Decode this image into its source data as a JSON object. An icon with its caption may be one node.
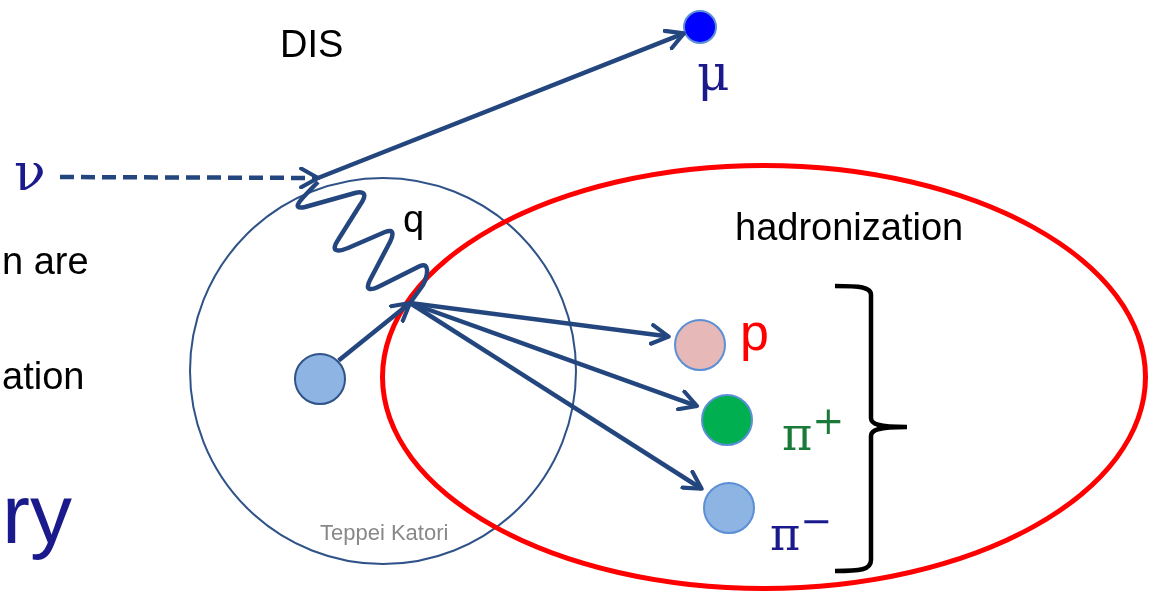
{
  "diagram": {
    "nodes": [
      {
        "text": [
          "DIS"
        ]
      },
      {
        "text": [],
        "shape": "circle",
        "in": 0
      },
      {
        "text": [
          "hadronization"
        ]
      },
      {
        "text": [
          "ν"
        ]
      },
      {
        "text": [],
        "shape": "circle",
        "beside": [
          "μ"
        ]
      },
      {
        "text": [],
        "shape": "circle",
        "in": 2,
        "beside": [
          "p"
        ]
      },
      {
        "text": [],
        "shape": "circle",
        "in": 2,
        "beside": [
          "π$^{+}$"
        ]
      },
      {
        "text": [],
        "shape": "circle",
        "in": 2,
        "beside": [
          "π$^{−}$"
        ]
      }
    ],
    "edges": [
      {
        "from": 3,
        "to": 0,
        "arrow": "to",
        "style": "dashed"
      },
      {
        "from": 0,
        "to": 4,
        "arrow": "to"
      },
      {
        "from": 0,
        "to": 2,
        "arrow": "none",
        "label": "q"
      },
      {
        "from": 1,
        "to": 2,
        "arrow": "to"
      },
      {
        "from": null,
        "to": 5,
        "arrow": "to"
      },
      {
        "from": null,
        "to": 6,
        "arrow": "to"
      },
      {
        "from": null,
        "to": 7,
        "arrow": "to"
      }
    ],
    "labels": [
      "n are",
      "ation",
      "ry",
      "Teppei Katori"
    ]
  }
}
